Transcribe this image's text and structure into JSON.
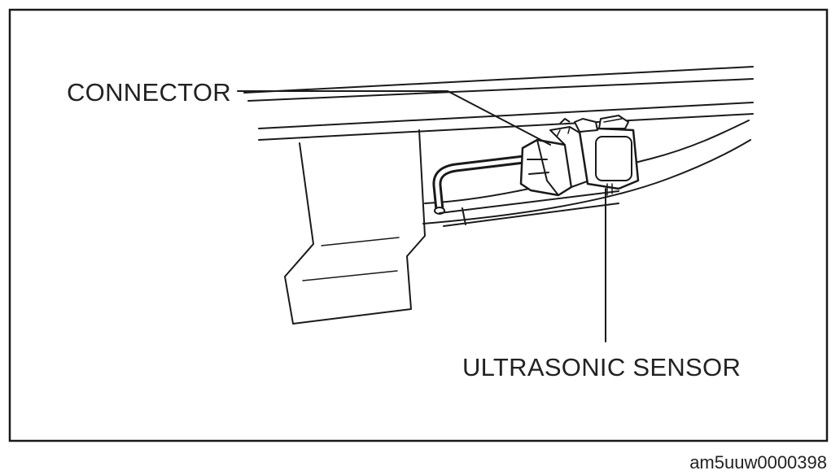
{
  "labels": {
    "connector": "CONNECTOR",
    "ultrasonic_sensor": "ULTRASONIC SENSOR"
  },
  "figure_id": "am5uuw0000398",
  "colors": {
    "ink": "#1a1a1a",
    "background": "#ffffff"
  }
}
